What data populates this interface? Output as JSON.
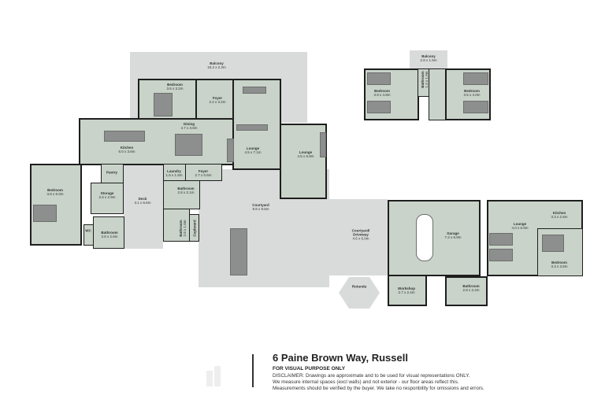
{
  "plan": {
    "main_rooms": [
      {
        "name": "Balcony",
        "size": "15.2 x 2.2m"
      },
      {
        "name": "Bedroom",
        "size": "3.6 x 3.2m"
      },
      {
        "name": "Foyer",
        "size": "2.2 x 3.2m"
      },
      {
        "name": "Lounge",
        "size": "4.5 x 7.1m"
      },
      {
        "name": "Lounge",
        "size": "4.5 x 6.8m"
      },
      {
        "name": "Dining",
        "size": "4.7 x 3.6m"
      },
      {
        "name": "Kitchen",
        "size": "6.0 x 3.6m"
      },
      {
        "name": "Pantry",
        "size": ""
      },
      {
        "name": "Storage",
        "size": "2.6 x 2.9m"
      },
      {
        "name": "Bedroom",
        "size": "3.8 x 6.0m"
      },
      {
        "name": "Deck",
        "size": "3.1 x 6.6m"
      },
      {
        "name": "Laundry",
        "size": "1.6 x 1.5m"
      },
      {
        "name": "Foyer",
        "size": "2.7 x 0.5m"
      },
      {
        "name": "Bathroom",
        "size": "2.8 x 2.1m"
      },
      {
        "name": "Bathroom",
        "size": "2.8 x 1.8m"
      },
      {
        "name": "Cupboard",
        "size": ""
      },
      {
        "name": "WC",
        "size": ""
      },
      {
        "name": "Bathroom",
        "size": "2.6 x 2.6m"
      },
      {
        "name": "Courtyard",
        "size": "9.8 x 9.5m"
      },
      {
        "name": "Courtyard/ Driveway",
        "size": "4.6 x 6.0m"
      },
      {
        "name": "Garage",
        "size": "7.2 x 6.9m"
      },
      {
        "name": "Workshop",
        "size": "2.7 x 2.4m"
      },
      {
        "name": "Bathroom",
        "size": "2.8 x 2.4m"
      },
      {
        "name": "Lounge",
        "size": "4.0 x 6.9m"
      },
      {
        "name": "Kitchen",
        "size": "3.3 x 2.5m"
      },
      {
        "name": "Bedroom",
        "size": "3.3 x 3.5m"
      },
      {
        "name": "Rotunda",
        "size": ""
      }
    ],
    "upper_rooms": [
      {
        "name": "Balcony",
        "size": "2.8 x 1.5m"
      },
      {
        "name": "Bedroom",
        "size": "3.9 x 4.8m"
      },
      {
        "name": "Bathroom",
        "size": "1.4 x 1.9m"
      },
      {
        "name": "Bedroom",
        "size": "3.5 x 4.0m"
      }
    ]
  },
  "footer": {
    "address": "6 Paine Brown Way, Russell",
    "subtitle": "FOR VISUAL PURPOSE ONLY",
    "disclaimer": [
      "DISCLAIMER: Drawings are approximate and to be used for visual representations ONLY.",
      "We measure internal spaces (excl walls) and not exterior - our floor areas reflect this.",
      "Measurements should be verified by the buyer. We take no responbility for omissions and errors."
    ]
  },
  "colors": {
    "room": "#c9d3c9",
    "outdoor": "#d9dbda",
    "wall": "#1e1e1e"
  }
}
